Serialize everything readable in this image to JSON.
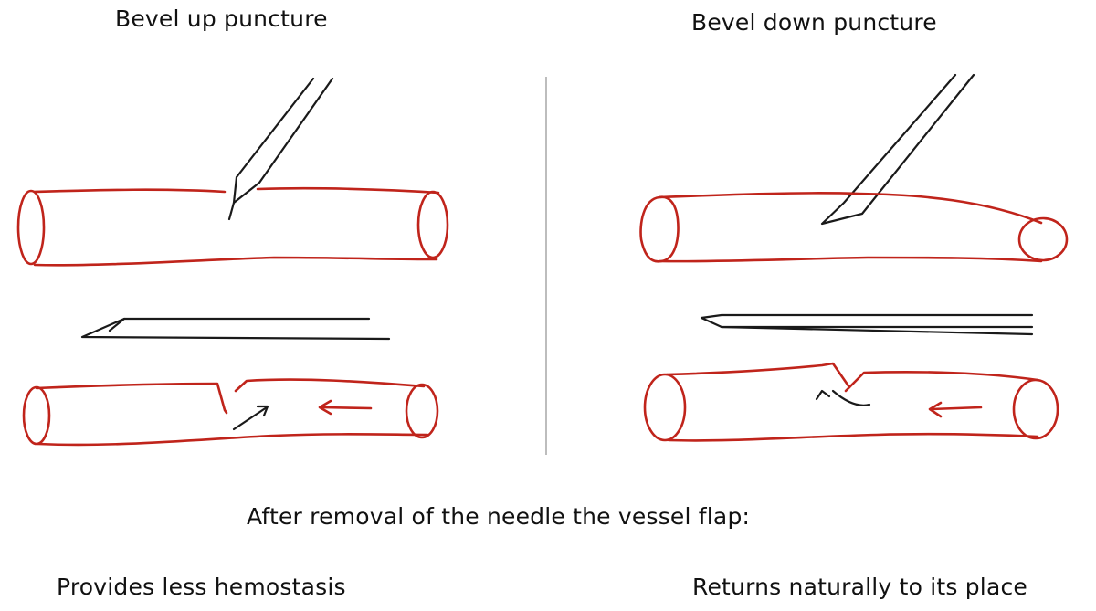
{
  "labels": {
    "left_title": "Bevel up puncture",
    "right_title": "Bevel down puncture",
    "main_caption": "After removal of the needle the vessel flap:",
    "left_result": "Provides less hemostasis",
    "right_result": "Returns naturally to its place"
  },
  "colors": {
    "vessel": "#c0241b",
    "needle": "#1a1a1a",
    "divider": "#bdbdbd",
    "text": "#111111"
  }
}
